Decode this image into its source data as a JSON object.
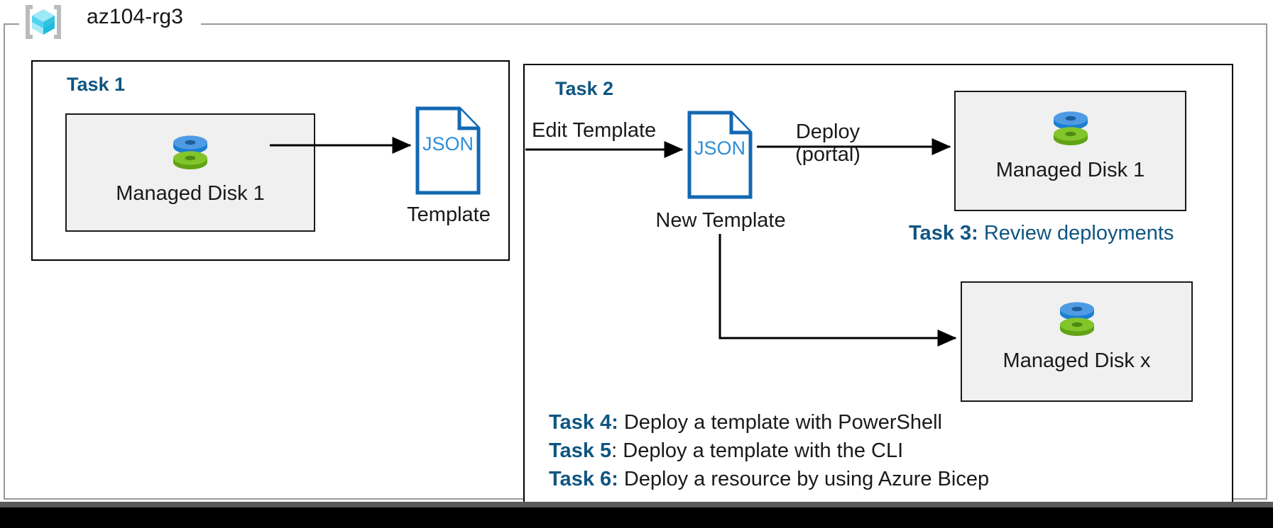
{
  "resource_group": {
    "name": "az104-rg3",
    "icon": "azure-resource-group-cube-icon"
  },
  "panels": [
    {
      "id": "task1",
      "heading": "Task 1"
    },
    {
      "id": "task2",
      "heading": "Task 2"
    }
  ],
  "resources": [
    {
      "id": "managed-disk-1-source",
      "label": "Managed Disk 1",
      "icon": "managed-disk-icon"
    },
    {
      "id": "managed-disk-1-deployed",
      "label": "Managed Disk 1",
      "icon": "managed-disk-icon"
    },
    {
      "id": "managed-disk-x",
      "label": "Managed Disk x",
      "icon": "managed-disk-icon"
    }
  ],
  "documents": [
    {
      "id": "template",
      "badge": "JSON",
      "caption": "Template",
      "icon": "json-document-icon"
    },
    {
      "id": "new-template",
      "badge": "JSON",
      "caption": "New Template",
      "icon": "json-document-icon"
    }
  ],
  "connectors": [
    {
      "id": "export-template",
      "label": ""
    },
    {
      "id": "edit-template",
      "label": "Edit Template"
    },
    {
      "id": "deploy-portal",
      "label_line1": "Deploy",
      "label_line2": "(portal)"
    },
    {
      "id": "deploy-branch",
      "label": ""
    }
  ],
  "notes": [
    {
      "id": "task3",
      "tag": "Task 3:",
      "text": " Review deployments",
      "text_color": "#0f5582"
    },
    {
      "id": "task4",
      "tag": "Task 4:",
      "text": " Deploy a template with PowerShell",
      "text_color": "#1a1a1a"
    },
    {
      "id": "task5",
      "tag": "Task 5",
      "text": ": Deploy a template with the CLI",
      "text_color": "#1a1a1a"
    },
    {
      "id": "task6",
      "tag": "Task 6:",
      "text": " Deploy a resource by using Azure Bicep",
      "text_color": "#1a1a1a"
    }
  ],
  "colors": {
    "task_heading": "#0f5582",
    "json_blue": "#1268b3",
    "disk_blue": "#3f8edc",
    "disk_green": "#76bc21",
    "box_fill": "#f0f0f0",
    "frame_gray": "#9a9a9a",
    "line_black": "#000000"
  }
}
